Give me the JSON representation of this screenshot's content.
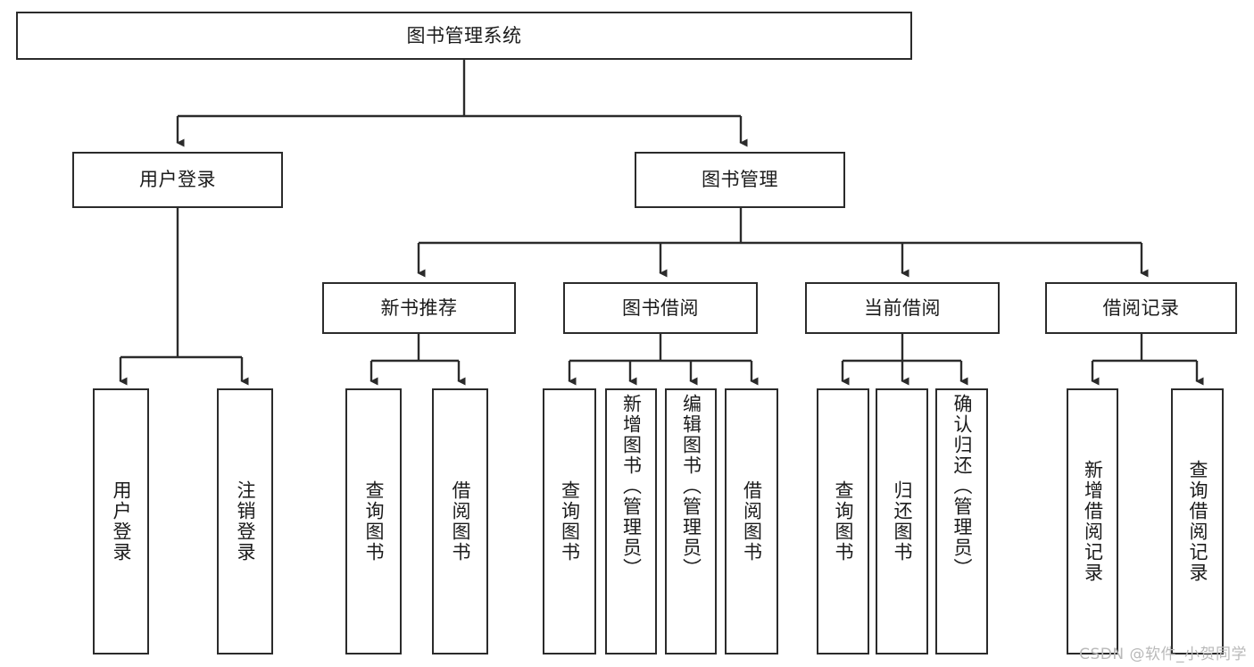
{
  "diagram": {
    "title": "图书管理系统",
    "type": "tree-hierarchy",
    "colors": {
      "stroke": "#2b2b2b",
      "fill": "#ffffff",
      "text": "#1b1b1b",
      "watermark": "#b9b9b9"
    }
  },
  "root": {
    "label": "图书管理系统"
  },
  "level2": [
    {
      "label": "用户登录"
    },
    {
      "label": "图书管理"
    }
  ],
  "level3": [
    {
      "label": "新书推荐"
    },
    {
      "label": "图书借阅"
    },
    {
      "label": "当前借阅"
    },
    {
      "label": "借阅记录"
    }
  ],
  "leaves": {
    "user_login": [
      {
        "label": "用户登录"
      },
      {
        "label": "注销登录"
      }
    ],
    "new_book_recommend": [
      {
        "label": "查询图书"
      },
      {
        "label": "借阅图书"
      }
    ],
    "book_borrow": [
      {
        "label": "查询图书"
      },
      {
        "label": "新增图书（管理员）"
      },
      {
        "label": "编辑图书（管理员）"
      },
      {
        "label": "借阅图书"
      }
    ],
    "current_borrow": [
      {
        "label": "查询图书"
      },
      {
        "label": "归还图书"
      },
      {
        "label": "确认归还（管理员）"
      }
    ],
    "borrow_record": [
      {
        "label": "新增借阅记录"
      },
      {
        "label": "查询借阅记录"
      }
    ]
  },
  "watermark": {
    "text": "CSDN @软件_小贺同学"
  }
}
